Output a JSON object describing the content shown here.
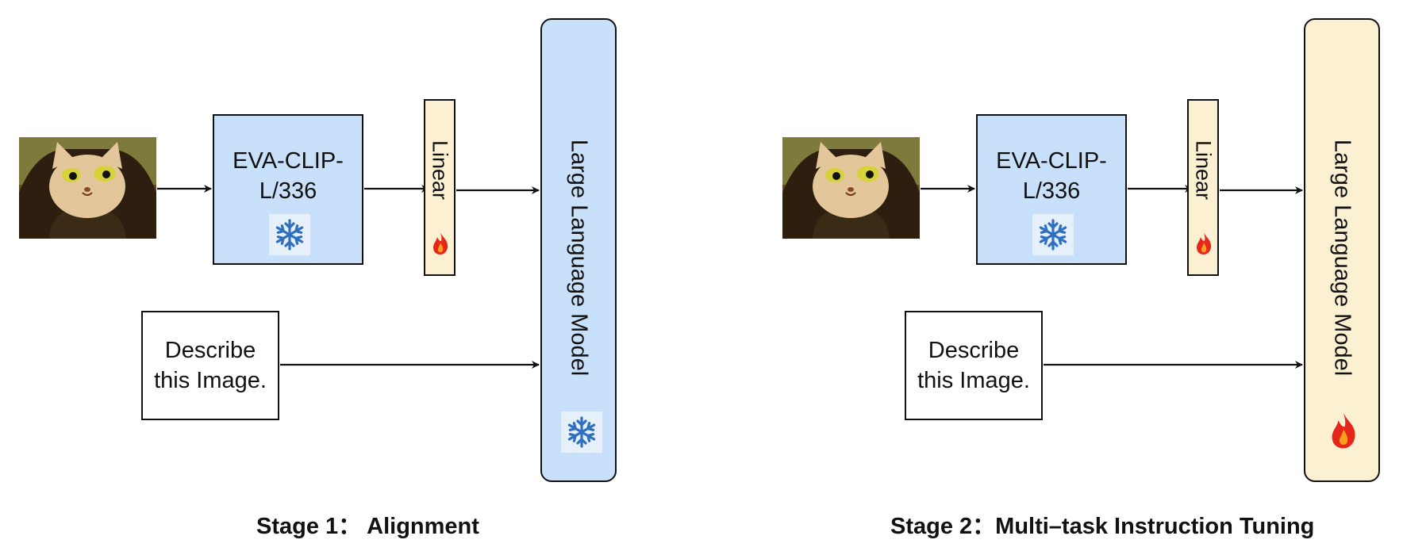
{
  "colors": {
    "encoder_fill": "#c9e0fb",
    "linear_fill": "#fbf0d2",
    "llm_frozen_fill": "#c9e0fb",
    "llm_tuned_fill": "#fbf0d2",
    "frozen_icon": "#2f6fc0",
    "trainable_icon": "#e5261b"
  },
  "stages": [
    {
      "title": "Stage 1：  Alignment",
      "encoder": {
        "line1": "EVA-CLIP-",
        "line2": "L/336",
        "status_icon": "snowflake-icon"
      },
      "projector": {
        "label": "Linear",
        "status_icon": "flame-icon"
      },
      "llm": {
        "label": "Large Language Model",
        "status_icon": "snowflake-icon"
      },
      "prompt": {
        "line1": "Describe",
        "line2": "this Image."
      },
      "input_image": "cartoon-cat-mona-lisa"
    },
    {
      "title": "Stage 2：Multi–task Instruction Tuning",
      "encoder": {
        "line1": "EVA-CLIP-",
        "line2": "L/336",
        "status_icon": "snowflake-icon"
      },
      "projector": {
        "label": "Linear",
        "status_icon": "flame-icon"
      },
      "llm": {
        "label": "Large Language Model",
        "status_icon": "flame-icon"
      },
      "prompt": {
        "line1": "Describe",
        "line2": "this Image."
      },
      "input_image": "cartoon-cat-mona-lisa"
    }
  ]
}
